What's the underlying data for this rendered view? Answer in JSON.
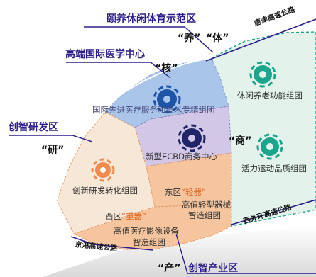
{
  "titles": {
    "leisure_demo": "颐养休闲体育示范区",
    "medical_center": "高端国际医学中心",
    "research_area": "创智研发区",
    "industry_area": "创智产业区"
  },
  "quotes": {
    "nurture": "“养”",
    "sport": "“体”",
    "core": "“核”",
    "research": "“研”",
    "commerce": "“商”",
    "production": "“产”"
  },
  "zones": {
    "elderly_care": "休闲养老功能组团",
    "sports_quality": "活力运动品质组团",
    "intl_medical": "国际先进医疗服务和技术专精组团",
    "ecbd": "新型ECBD商务中心",
    "innovation": "创新研发转化组团",
    "east_prefix": "东区",
    "east_tag": "“轻器”",
    "east_label_1": "高值轻型器械",
    "east_label_2": "智造组团",
    "west_prefix": "西区",
    "west_tag": "“重器”",
    "west_label_1": "高值医疗影像设备",
    "west_label_2": "智造组团"
  },
  "roads": {
    "tangjin": "唐津高速公路",
    "xiwaihuan": "西外环高速公路",
    "jinggang": "京港高速公路"
  },
  "colors": {
    "title_purple": "#2b1e8c",
    "green_fill": "#e3f2ea",
    "green_icon": "#1aa58c",
    "blue_fill": "#a9c6ea",
    "blue_icon": "#1f55a8",
    "lavender_fill": "#d2c7e6",
    "navy_icon": "#1f2566",
    "peach_fill": "#f7e7d6",
    "orange_fill": "#f6c59e",
    "orange_icon": "#f07b3a"
  }
}
